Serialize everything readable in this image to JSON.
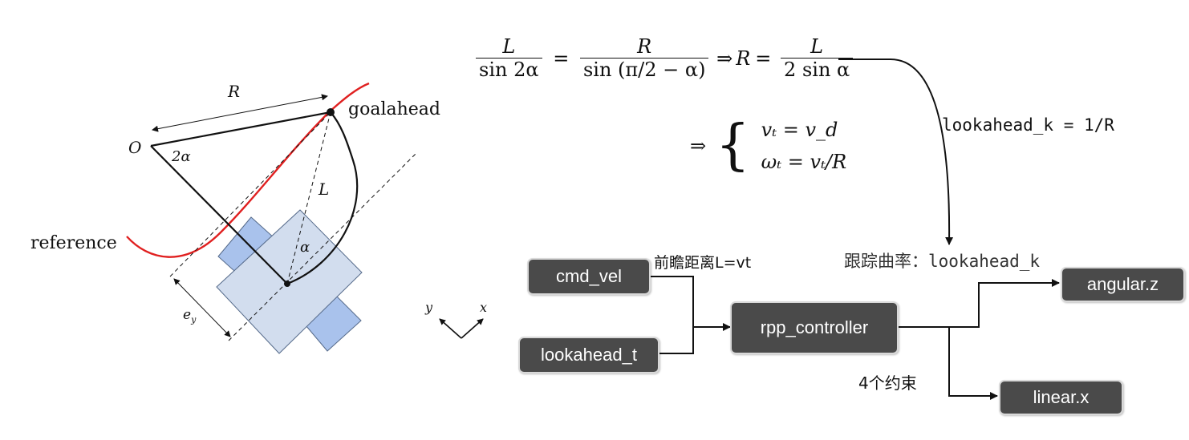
{
  "geometry_labels": {
    "R": "R",
    "O": "O",
    "two_alpha": "2α",
    "goalahead": "goalahead",
    "L": "L",
    "alpha": "α",
    "reference": "reference",
    "e_y_main": "e",
    "e_y_sub": "y",
    "axis_y": "y",
    "axis_x": "x"
  },
  "equations": {
    "eq1_num1": "L",
    "eq1_den1": "sin 2α",
    "eq1_eq": "=",
    "eq1_num2": "R",
    "eq1_den2": "sin (π/2 − α)",
    "eq1_implies": "⇒",
    "eq1_R": "R",
    "eq1_eq2": "=",
    "eq1_num3": "L",
    "eq1_den3": "2 sin α",
    "eq2_implies": "⇒",
    "eq2_line1": "vₜ = v_d",
    "eq2_line2": "ωₜ = vₜ/R"
  },
  "annotations": {
    "lookahead_k": "lookahead_k = 1/R",
    "tracking_curvature": "跟踪曲率：lookahead_k",
    "preview_distance": "前瞻距离L=vt",
    "constraints": "4个约束"
  },
  "nodes": {
    "cmd_vel": "cmd_vel",
    "lookahead_t": "lookahead_t",
    "rpp_controller": "rpp_controller",
    "angular_z": "angular.z",
    "linear_x": "linear.x"
  },
  "colors": {
    "reference_path": "#e02020",
    "robot_body": "#d2ddee",
    "robot_wheel": "#a9c2ec",
    "node_fill": "#4a4a4a"
  }
}
